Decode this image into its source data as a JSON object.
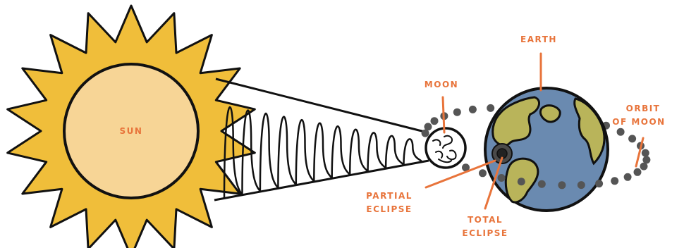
{
  "colors": {
    "label": "#e8743b",
    "sun_rays": "#f0be3a",
    "sun_disc": "#f7d596",
    "earth_ocean": "#6a8ab0",
    "earth_land": "#b9b45a",
    "outline": "#111111",
    "orbit_dots": "#555555"
  },
  "labels": {
    "sun": "SUN",
    "moon": "MOON",
    "earth": "EARTH",
    "orbit_line1": "ORBIT",
    "orbit_line2": "OF MOON",
    "partial_line1": "PARTIAL",
    "partial_line2": "ECLIPSE",
    "total_line1": "TOTAL",
    "total_line2": "ECLIPSE"
  }
}
